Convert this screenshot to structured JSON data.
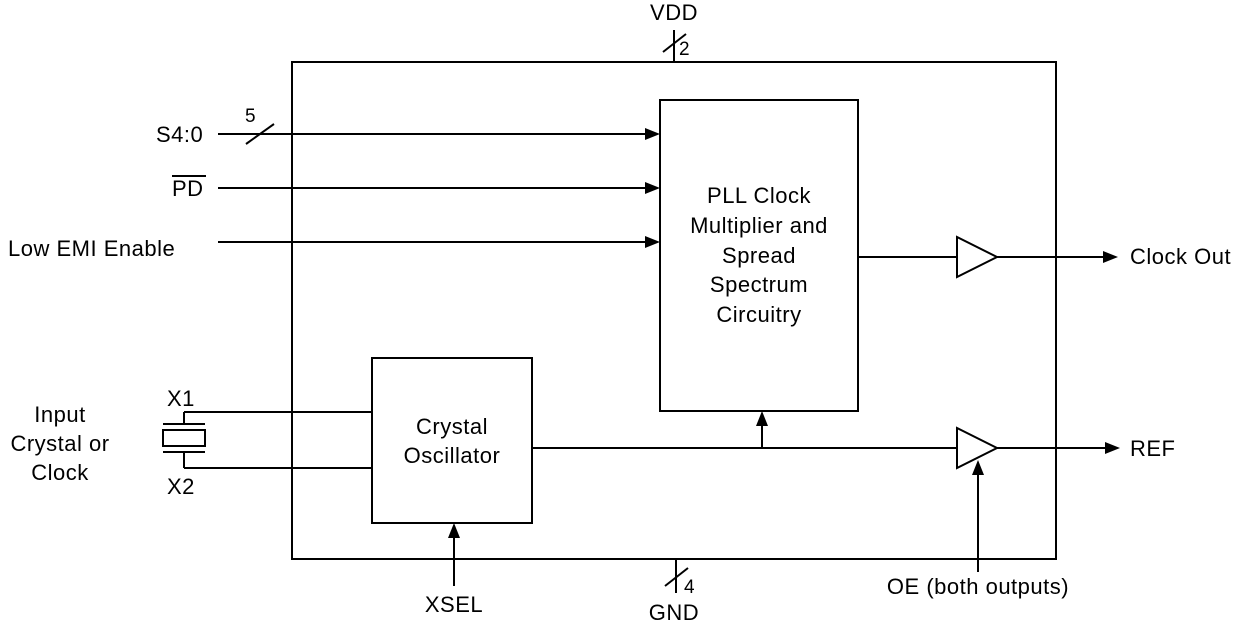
{
  "diagram": {
    "supply": {
      "label": "VDD",
      "bus_width": "2"
    },
    "ground": {
      "label": "GND",
      "bus_width": "4"
    },
    "inputs": {
      "select": {
        "label": "S4:0",
        "bus_width": "5"
      },
      "power_down": {
        "label": "PD"
      },
      "low_emi": {
        "label": "Low EMI Enable"
      },
      "xsel": {
        "label": "XSEL"
      },
      "output_enable": {
        "label": "OE (both outputs)"
      }
    },
    "crystal": {
      "caption_lines": [
        "Input",
        "Crystal or",
        "Clock"
      ],
      "pin1": "X1",
      "pin2": "X2"
    },
    "blocks": {
      "pll": {
        "lines": [
          "PLL Clock",
          "Multiplier and",
          "Spread",
          "Spectrum",
          "Circuitry"
        ]
      },
      "oscillator": {
        "lines": [
          "Crystal",
          "Oscillator"
        ]
      }
    },
    "outputs": {
      "clock_out": {
        "label": "Clock Out"
      },
      "ref": {
        "label": "REF"
      }
    }
  }
}
